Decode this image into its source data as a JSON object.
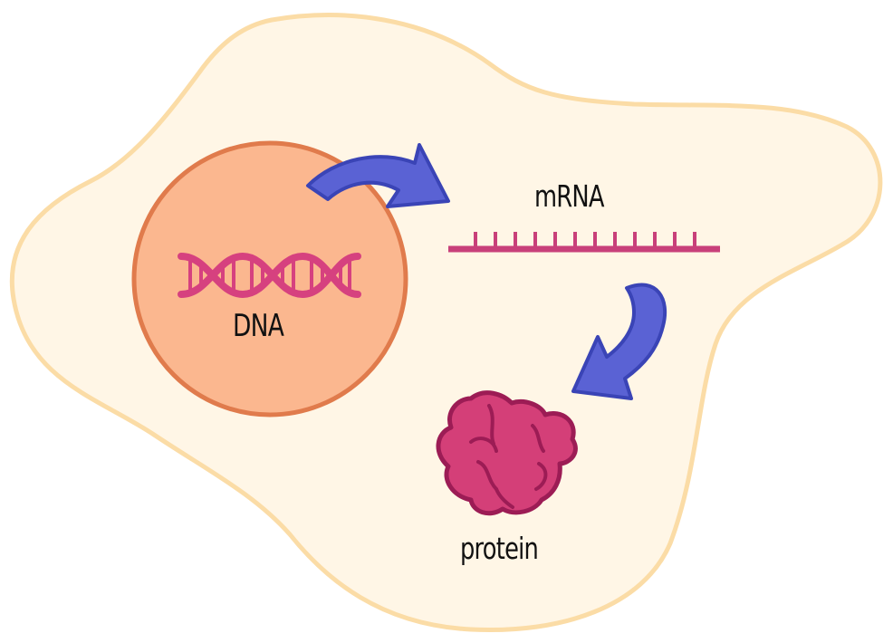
{
  "labels": {
    "dna": "DNA",
    "mrna": "mRNA",
    "protein": "protein"
  },
  "colors": {
    "cell_fill": "#fff6e6",
    "cell_stroke": "#fbdca6",
    "nucleus_fill": "#fbb78f",
    "nucleus_stroke": "#e07b4c",
    "dna_strand": "#d6417f",
    "mrna": "#c8407a",
    "arrow_fill": "#5a62d4",
    "arrow_stroke": "#3a44b6",
    "protein_fill": "#d43f78",
    "protein_stroke": "#9c1c55"
  }
}
